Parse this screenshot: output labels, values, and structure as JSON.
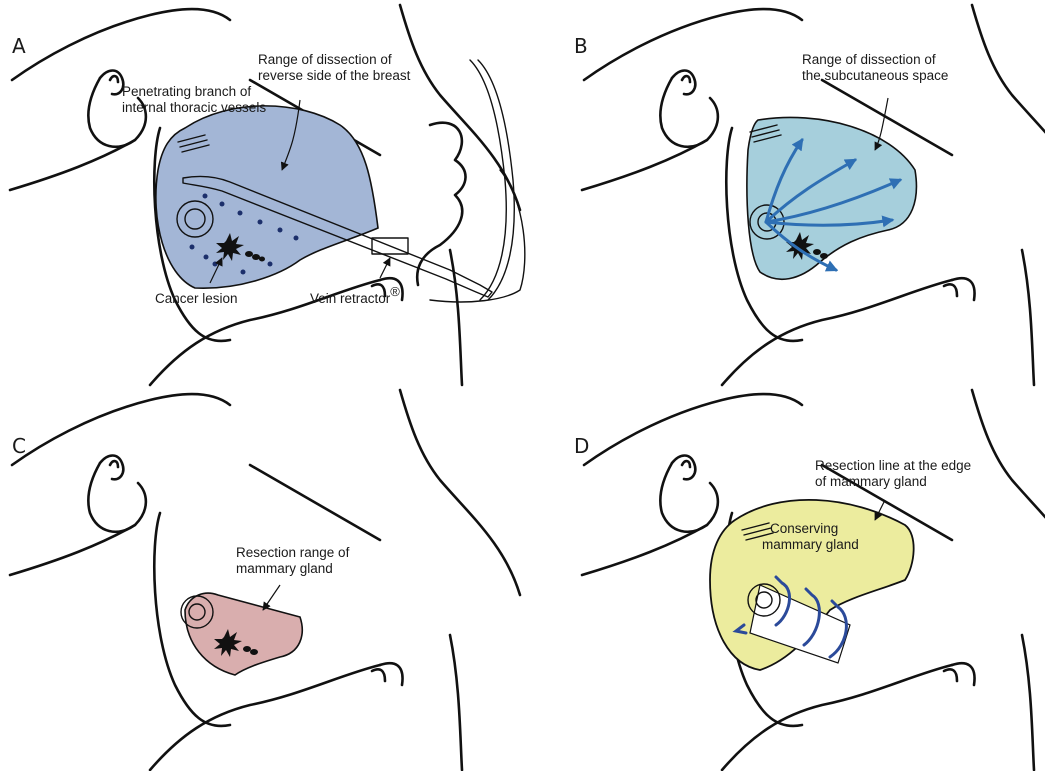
{
  "panels": [
    {
      "letter": "A",
      "labels": {
        "range_line1": "Range of dissection of",
        "range_line2": "reverse side of the breast",
        "branch_line1": "Penetrating branch of",
        "branch_line2": "internal thoracic vessels",
        "cancer": "Cancer lesion",
        "retractor": "Vein retractor",
        "retractor_mark": "®"
      },
      "fill_color": "#a3b6d6"
    },
    {
      "letter": "B",
      "labels": {
        "range_line1": "Range of dissection of",
        "range_line2": "the subcutaneous space"
      },
      "fill_color": "#a6cfdc",
      "arrow_color": "#2e6fb4"
    },
    {
      "letter": "C",
      "labels": {
        "resection_line1": "Resection range of",
        "resection_line2": "mammary gland"
      },
      "fill_color": "#d9aeae"
    },
    {
      "letter": "D",
      "labels": {
        "edge_line1": "Resection line at the edge",
        "edge_line2": "of mammary gland",
        "conserve_line1": "Conserving",
        "conserve_line2": "mammary gland"
      },
      "fill_color": "#ecec9e",
      "arrow_color": "#2b4a9a"
    }
  ]
}
